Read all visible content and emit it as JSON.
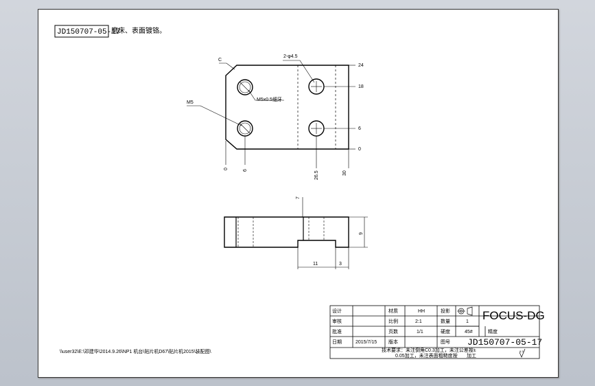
{
  "drawing": {
    "number": "JD150707-05-17",
    "note": "磨床、表面镀铬。",
    "path": "\\\\user32\\E:\\邓建华\\2014.9.26\\NP1 机台\\贴片机D67\\贴片机2015\\装配图\\"
  },
  "annotations": {
    "chamfer": "C",
    "hole_note": "2-φ4.5",
    "thread_note": "M5x0.5细牙",
    "m5_label": "M5",
    "right_dims": [
      "24",
      "18",
      "6",
      "0"
    ],
    "bottom_dims": [
      "0",
      "6",
      "26.5",
      "30"
    ],
    "side_top": "7",
    "side_height": "9",
    "slot_width": "11",
    "slot_offset": "3"
  },
  "title_block": {
    "design_label": "设计",
    "design_value": "",
    "material_label": "材质",
    "material_value": "HH",
    "projection_label": "投影",
    "company": "FOCUS-DG",
    "review_label": "审核",
    "scale_label": "比例",
    "scale_value": "2:1",
    "qty_label": "数量",
    "qty_value": "1",
    "approve_label": "批准",
    "count_label": "页数",
    "count_value": "1/1",
    "hardness_label": "硬度",
    "hardness_value": "45#",
    "tolerance_label": "精度",
    "date_label": "日期",
    "date_value": "2015/7/15",
    "version_label": "版本",
    "drawing_no_label": "图号",
    "drawing_no": "JD150707-05-17",
    "tech_req_1": "技术要求：未注倒角C0.3加工，未注公差按±",
    "tech_req_2": "0.05加工，未注表面粗糙度按",
    "tech_req_3": "加工",
    "roughness_symbol": "6.3"
  }
}
